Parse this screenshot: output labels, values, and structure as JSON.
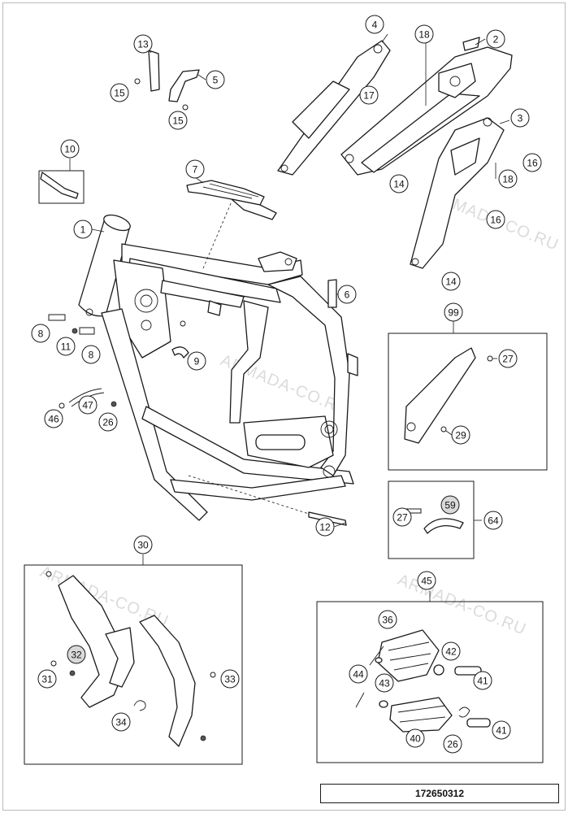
{
  "diagram": {
    "code": "172650312",
    "watermark": "ARMADA-CO.RU",
    "callouts": [
      {
        "id": "c-1",
        "label": "1"
      },
      {
        "id": "c-2",
        "label": "2"
      },
      {
        "id": "c-3",
        "label": "3"
      },
      {
        "id": "c-4",
        "label": "4"
      },
      {
        "id": "c-5",
        "label": "5"
      },
      {
        "id": "c-6",
        "label": "6"
      },
      {
        "id": "c-7",
        "label": "7"
      },
      {
        "id": "c-8a",
        "label": "8"
      },
      {
        "id": "c-8b",
        "label": "8"
      },
      {
        "id": "c-9",
        "label": "9"
      },
      {
        "id": "c-10",
        "label": "10"
      },
      {
        "id": "c-11",
        "label": "11"
      },
      {
        "id": "c-12",
        "label": "12"
      },
      {
        "id": "c-13",
        "label": "13"
      },
      {
        "id": "c-14a",
        "label": "14"
      },
      {
        "id": "c-14b",
        "label": "14"
      },
      {
        "id": "c-15a",
        "label": "15"
      },
      {
        "id": "c-15b",
        "label": "15"
      },
      {
        "id": "c-16a",
        "label": "16"
      },
      {
        "id": "c-16b",
        "label": "16"
      },
      {
        "id": "c-17",
        "label": "17"
      },
      {
        "id": "c-18a",
        "label": "18"
      },
      {
        "id": "c-18b",
        "label": "18"
      },
      {
        "id": "c-99",
        "label": "99"
      },
      {
        "id": "c-27a",
        "label": "27"
      },
      {
        "id": "c-29",
        "label": "29"
      },
      {
        "id": "c-64",
        "label": "64"
      },
      {
        "id": "c-59",
        "label": "59"
      },
      {
        "id": "c-27b",
        "label": "27"
      },
      {
        "id": "c-47",
        "label": "47"
      },
      {
        "id": "c-46",
        "label": "46"
      },
      {
        "id": "c-26a",
        "label": "26"
      },
      {
        "id": "c-30",
        "label": "30"
      },
      {
        "id": "c-32",
        "label": "32"
      },
      {
        "id": "c-31",
        "label": "31"
      },
      {
        "id": "c-33",
        "label": "33"
      },
      {
        "id": "c-34",
        "label": "34"
      },
      {
        "id": "c-45",
        "label": "45"
      },
      {
        "id": "c-36",
        "label": "36"
      },
      {
        "id": "c-42",
        "label": "42"
      },
      {
        "id": "c-44",
        "label": "44"
      },
      {
        "id": "c-43",
        "label": "43"
      },
      {
        "id": "c-41a",
        "label": "41"
      },
      {
        "id": "c-41b",
        "label": "41"
      },
      {
        "id": "c-40",
        "label": "40"
      },
      {
        "id": "c-26b",
        "label": "26"
      }
    ]
  }
}
